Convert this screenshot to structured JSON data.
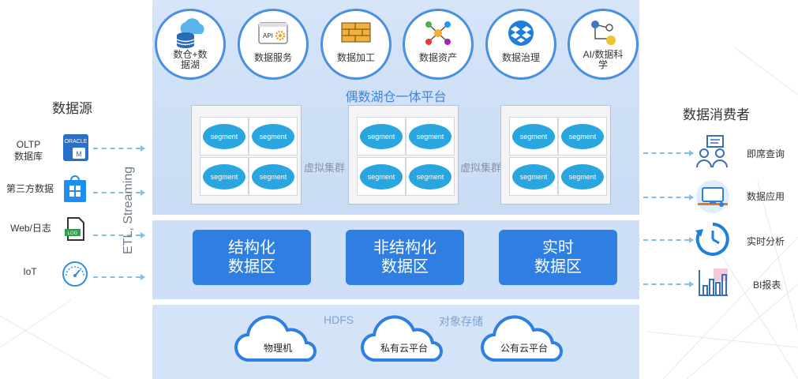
{
  "top_services": [
    {
      "label": "数仓+数\n据湖",
      "icon": "cloud-database-icon"
    },
    {
      "label": "数据服务",
      "icon": "api-gear-icon"
    },
    {
      "label": "数据加工",
      "icon": "brick-wall-icon"
    },
    {
      "label": "数据资产",
      "icon": "network-nodes-icon"
    },
    {
      "label": "数据治理",
      "icon": "dropbox-icon"
    },
    {
      "label": "AI/数据科\n学",
      "icon": "ai-nodes-icon"
    }
  ],
  "platform_title": "偶数湖仓一体平台",
  "segment_label": "segment",
  "virtual_cluster_label": "虚拟集群",
  "data_zones": [
    {
      "line1": "结构化",
      "line2": "数据区"
    },
    {
      "line1": "非结构化",
      "line2": "数据区"
    },
    {
      "line1": "实时",
      "line2": "数据区"
    }
  ],
  "storage": {
    "hdfs": "HDFS",
    "object_storage": "对象存储",
    "clouds": [
      "物理机",
      "私有云平台",
      "公有云平台"
    ]
  },
  "sources": {
    "title": "数据源",
    "items": [
      {
        "label": "OLTP\n数据库",
        "icon": "oracle-database-icon"
      },
      {
        "label": "第三方数据",
        "icon": "windows-store-icon"
      },
      {
        "label": "Web/日志",
        "icon": "log-file-icon"
      },
      {
        "label": "IoT",
        "icon": "gauge-icon"
      }
    ]
  },
  "etl_label": "ETL, Streaming",
  "consumers": {
    "title": "数据消费者",
    "items": [
      {
        "label": "即席查询",
        "icon": "users-query-icon"
      },
      {
        "label": "数据应用",
        "icon": "desktop-app-icon"
      },
      {
        "label": "实时分析",
        "icon": "realtime-clock-icon"
      },
      {
        "label": "BI报表",
        "icon": "bar-chart-icon"
      }
    ]
  },
  "colors": {
    "accent": "#2f7fe2",
    "segment": "#29a6e0",
    "band": "#cfe0f7",
    "dashed_arrow": "#86bfe8"
  }
}
